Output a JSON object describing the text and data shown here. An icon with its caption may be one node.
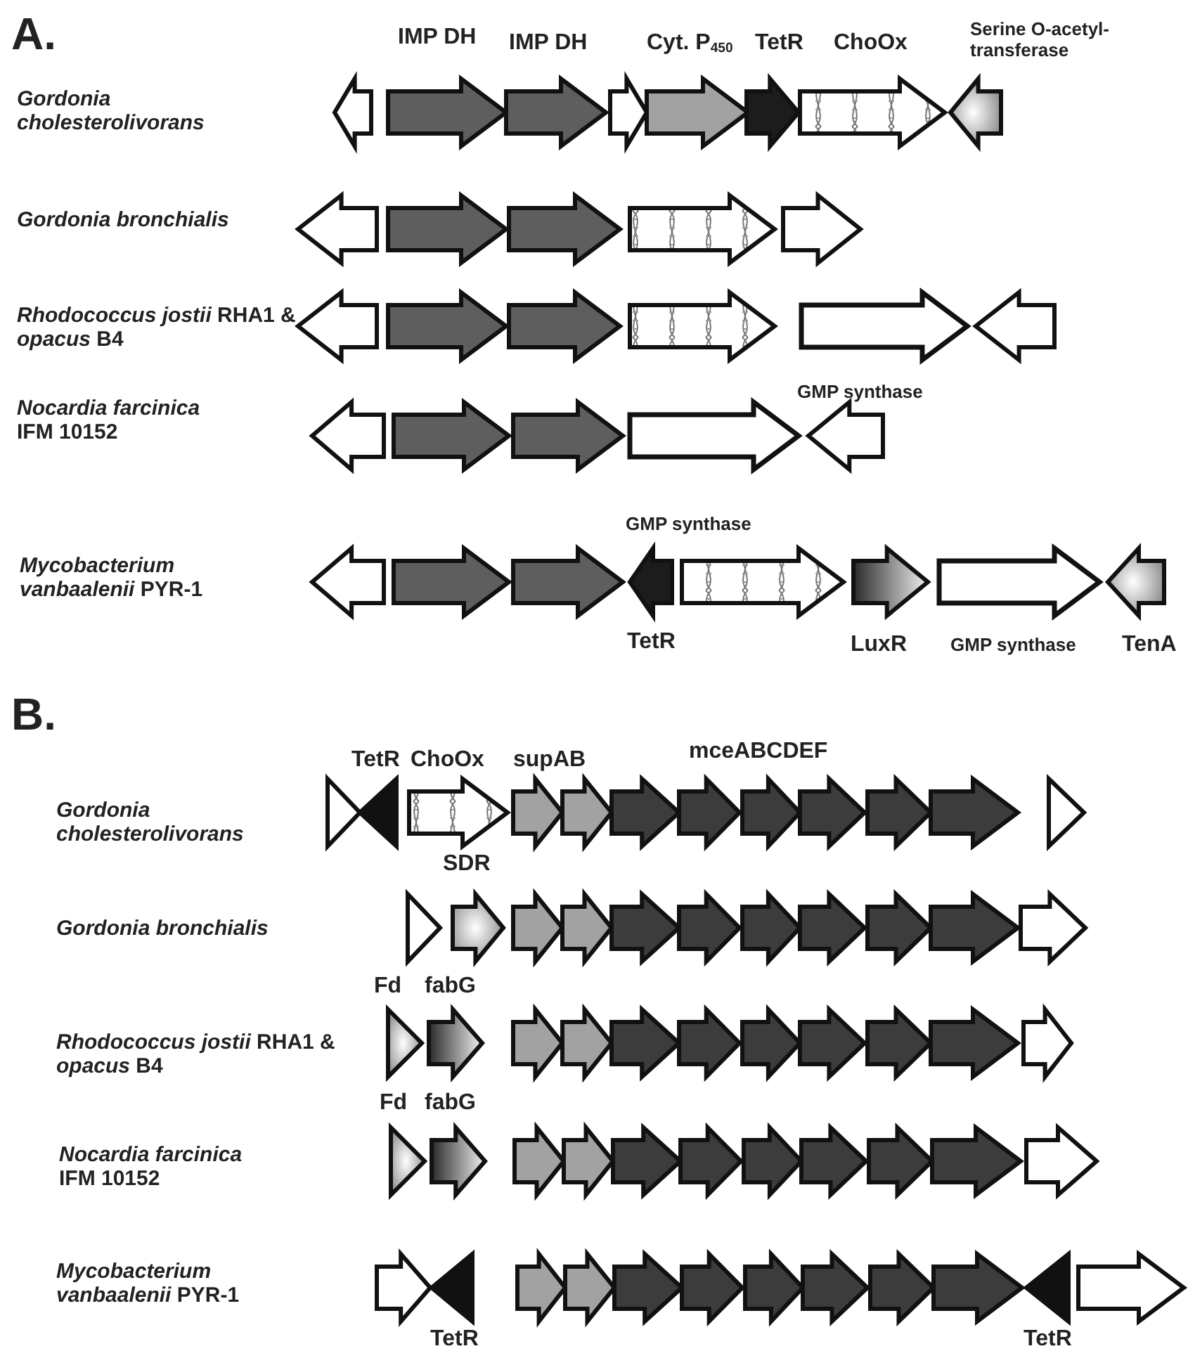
{
  "diagram": {
    "labels": [
      "A.",
      "IMP DH",
      "IMP DH",
      "Cyt. P$_{450}$",
      "TetR",
      "ChoOx",
      "Serine O-acetyl-transferase",
      "Gordonia cholesterolivorans",
      "Gordonia bronchialis",
      "*Rhodococcus* *jostii* RHA1 & *opacus* B4",
      "GMP synthase",
      "*Nocardia farcinica* IFM 10152",
      "GMP synthase",
      "*Mycobacterium vanbaalenii* PYR-1",
      "TetR",
      "LuxR",
      "GMP synthase",
      "TenA",
      "B.",
      "TetR",
      "ChoOx",
      "supAB",
      "mceABCDEF",
      "Gordonia cholesterolivorans",
      "SDR",
      "Gordonia bronchialis",
      "Fd",
      "fabG",
      "*Rhodococcus* *jostii* RHA1 & *opacus* B4",
      "Fd",
      "fabG",
      "*Nocardia farcinica* IFM 10152",
      "*Mycobacterium vanbaalenii* PYR-1",
      "TetR",
      "TetR"
    ]
  }
}
